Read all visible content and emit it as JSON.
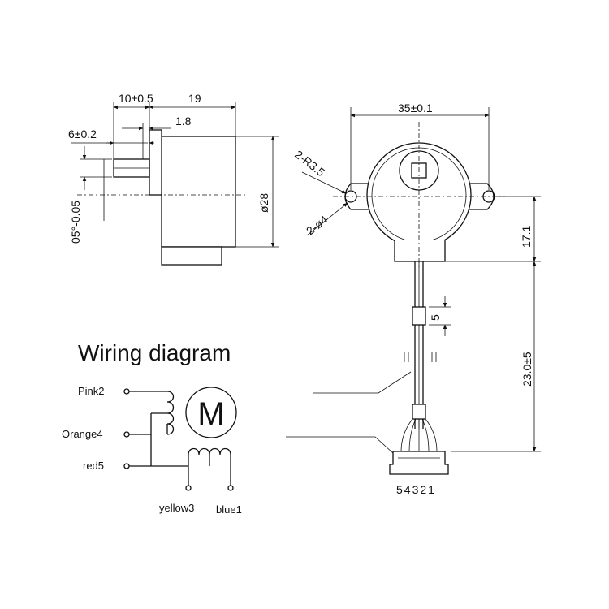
{
  "side_view": {
    "dim_shaft_length": "10±0.5",
    "dim_body_length": "19",
    "dim_flat_length": "6±0.2",
    "dim_offset": "1.8",
    "dim_shaft_dia": "05°-0.05",
    "dim_body_dia": "ø28"
  },
  "front_view": {
    "dim_mount_spacing": "35±0.1",
    "dim_corner_radius": "2-R3.5",
    "dim_hole_dia": "2-ø4",
    "dim_center_height": "17.1",
    "dim_sleeve_length": "5",
    "dim_lead_length": "23.0±5",
    "connector_pins": "54321"
  },
  "wiring": {
    "title": "Wiring diagram",
    "motor_symbol": "M",
    "wire_pink": "Pink2",
    "wire_orange": "Orange4",
    "wire_red": "red5",
    "wire_yellow": "yellow3",
    "wire_blue": "blue1"
  }
}
